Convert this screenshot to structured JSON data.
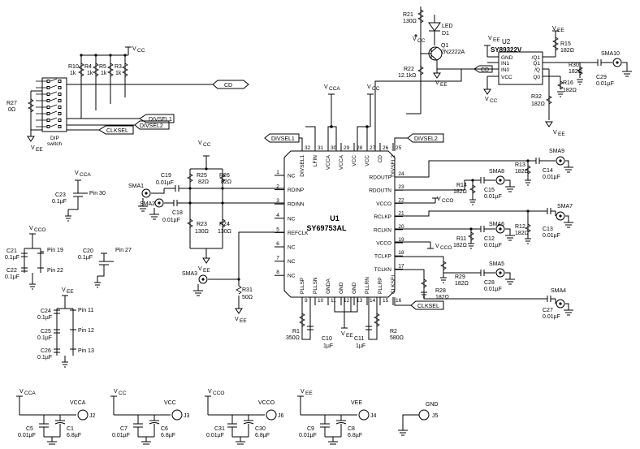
{
  "u1": {
    "ref": "U1",
    "part": "SY69753AL",
    "left_pins": [
      {
        "num": "1",
        "name": "NC"
      },
      {
        "num": "2",
        "name": "RDINP"
      },
      {
        "num": "3",
        "name": "RDINN"
      },
      {
        "num": "4",
        "name": "NC"
      },
      {
        "num": "5",
        "name": "REFCLK"
      },
      {
        "num": "6",
        "name": "NC"
      },
      {
        "num": "7",
        "name": "NC"
      },
      {
        "num": "8",
        "name": "NC"
      }
    ],
    "top_pins": [
      {
        "num": "32",
        "name": "DIVSEL1"
      },
      {
        "num": "31",
        "name": "LFIN"
      },
      {
        "num": "30",
        "name": "VCCA"
      },
      {
        "num": "29",
        "name": "VCCA"
      },
      {
        "num": "28",
        "name": "VCC"
      },
      {
        "num": "27",
        "name": "VCC"
      },
      {
        "num": "26",
        "name": "CD"
      },
      {
        "num": "25",
        "name": "DIVSEL2"
      }
    ],
    "right_pins": [
      {
        "num": "24",
        "name": "RDOUTP"
      },
      {
        "num": "23",
        "name": "RDOUTN"
      },
      {
        "num": "22",
        "name": "VCCO"
      },
      {
        "num": "21",
        "name": "RCLKP"
      },
      {
        "num": "20",
        "name": "RCLKN"
      },
      {
        "num": "19",
        "name": "VCCO"
      },
      {
        "num": "18",
        "name": "TCLKP"
      },
      {
        "num": "17",
        "name": "TCLKN"
      }
    ],
    "bottom_pins": [
      {
        "num": "9",
        "name": "PLLSP"
      },
      {
        "num": "10",
        "name": "PLLSN"
      },
      {
        "num": "11",
        "name": "GNDA"
      },
      {
        "num": "12",
        "name": "GND"
      },
      {
        "num": "13",
        "name": "GND"
      },
      {
        "num": "14",
        "name": "PLLRN"
      },
      {
        "num": "15",
        "name": "PLLRP"
      },
      {
        "num": "16",
        "name": "CLKSEL"
      }
    ]
  },
  "u2": {
    "ref": "U2",
    "part": "SY89322V",
    "left_pins": [
      "GND",
      "IN1",
      "IN0",
      "VCC"
    ],
    "right_pins": [
      "/Q1",
      "Q1",
      "/Q",
      "Q0"
    ]
  },
  "rails": {
    "vcc": "V",
    "vcc_sub": "CC",
    "vee": "V",
    "vee_sub": "EE",
    "vcca": "V",
    "vcca_sub": "CCA",
    "vcco": "V",
    "vcco_sub": "CCO"
  },
  "nets": {
    "cd": "CD",
    "divsel1": "DIVSEL1",
    "divsel2": "DIVSEL2",
    "clksel": "CLKSEL"
  },
  "dip": {
    "line1": "DIP",
    "line2": "switch"
  },
  "parts": {
    "r21": {
      "ref": "R21",
      "val": "130Ω"
    },
    "led": {
      "ref": "LED",
      "sub": "D1"
    },
    "q1": {
      "ref": "Q1",
      "val": "2N2222A"
    },
    "r22": {
      "ref": "R22",
      "val": "12.1kΩ"
    },
    "r15": {
      "ref": "R15",
      "val": "182Ω"
    },
    "r30": {
      "ref": "R30",
      "val": "182Ω"
    },
    "r16": {
      "ref": "R16",
      "val": "182Ω"
    },
    "r32": {
      "ref": "R32",
      "val": "182Ω"
    },
    "c29": {
      "ref": "C29",
      "val": "0.01µF"
    },
    "sma10": {
      "ref": "SMA10"
    },
    "r10": {
      "ref": "R10",
      "val": "1k"
    },
    "r4": {
      "ref": "R4",
      "val": "1k"
    },
    "r5": {
      "ref": "R5",
      "val": "1k"
    },
    "r3": {
      "ref": "R3",
      "val": "1k"
    },
    "r27": {
      "ref": "R27",
      "val": "0Ω"
    },
    "r25": {
      "ref": "R25",
      "val": "82Ω"
    },
    "r26": {
      "ref": "R26",
      "val": "82Ω"
    },
    "r23": {
      "ref": "R23",
      "val": "130Ω"
    },
    "r24": {
      "ref": "R24",
      "val": "130Ω"
    },
    "c19": {
      "ref": "C19",
      "val": "0.01µF"
    },
    "c18": {
      "ref": "C18",
      "val": "0.01µF"
    },
    "sma1": {
      "ref": "SMA1"
    },
    "sma2": {
      "ref": "SMA2"
    },
    "sma3": {
      "ref": "SMA3"
    },
    "r31": {
      "ref": "R31",
      "val": "50Ω"
    },
    "c23": {
      "ref": "C23",
      "val": "0.1µF",
      "pin": "Pin 30"
    },
    "c21": {
      "ref": "C21",
      "val": "0.1µF",
      "pin": "Pin 19"
    },
    "c22": {
      "ref": "C22",
      "val": "0.1µF",
      "pin": "Pin 22"
    },
    "c20": {
      "ref": "C20",
      "val": "0.1µF",
      "pin": "Pin 27"
    },
    "c24": {
      "ref": "C24",
      "val": "0.1µF",
      "pin": "Pin 11"
    },
    "c25": {
      "ref": "C25",
      "val": "0.1µF",
      "pin": "Pin 12"
    },
    "c26": {
      "ref": "C26",
      "val": "0.1µF",
      "pin": "Pin 13"
    },
    "r1": {
      "ref": "R1",
      "val": "350Ω"
    },
    "c10": {
      "ref": "C10",
      "val": "1µF"
    },
    "c11": {
      "ref": "C11",
      "val": "1µF"
    },
    "r2": {
      "ref": "R2",
      "val": "580Ω"
    },
    "sma9": {
      "ref": "SMA9"
    },
    "c14": {
      "ref": "C14",
      "val": "0.01µF"
    },
    "r13": {
      "ref": "R13",
      "val": "182Ω"
    },
    "sma8": {
      "ref": "SMA8"
    },
    "r14": {
      "ref": "R14",
      "val": "182Ω"
    },
    "c15": {
      "ref": "C15",
      "val": "0.01µF"
    },
    "sma7": {
      "ref": "SMA7"
    },
    "c13": {
      "ref": "C13",
      "val": "0.01µF"
    },
    "r12": {
      "ref": "R12",
      "val": "182Ω"
    },
    "sma6": {
      "ref": "SMA6"
    },
    "r11": {
      "ref": "R11",
      "val": "182Ω"
    },
    "c12": {
      "ref": "C12",
      "val": "0.01µF"
    },
    "sma5": {
      "ref": "SMA5"
    },
    "r29": {
      "ref": "R29",
      "val": "182Ω"
    },
    "c28": {
      "ref": "C28",
      "val": "0.01µF"
    },
    "r28": {
      "ref": "R28",
      "val": "182Ω"
    },
    "sma4": {
      "ref": "SMA4"
    },
    "c27": {
      "ref": "C27",
      "val": "0.01µF"
    }
  },
  "supplies": [
    {
      "j": "J2",
      "label": "VCCA",
      "c_ref": "C5",
      "c_val": "0.01µF",
      "e_ref": "C1",
      "e_val": "6.8µF",
      "rail": "V",
      "rail_sub": "CCA"
    },
    {
      "j": "J3",
      "label": "VCC",
      "c_ref": "C7",
      "c_val": "0.01µF",
      "e_ref": "C6",
      "e_val": "6.8µF",
      "rail": "V",
      "rail_sub": "CC"
    },
    {
      "j": "J6",
      "label": "VCCO",
      "c_ref": "C31",
      "c_val": "0.01µF",
      "e_ref": "C30",
      "e_val": "6.8µF",
      "rail": "V",
      "rail_sub": "CCO"
    },
    {
      "j": "J4",
      "label": "VEE",
      "c_ref": "C9",
      "c_val": "0.01µF",
      "e_ref": "C8",
      "e_val": "6.8µF",
      "rail": "V",
      "rail_sub": "EE"
    }
  ],
  "gnd_jack": {
    "j": "J5",
    "label": "GND"
  }
}
